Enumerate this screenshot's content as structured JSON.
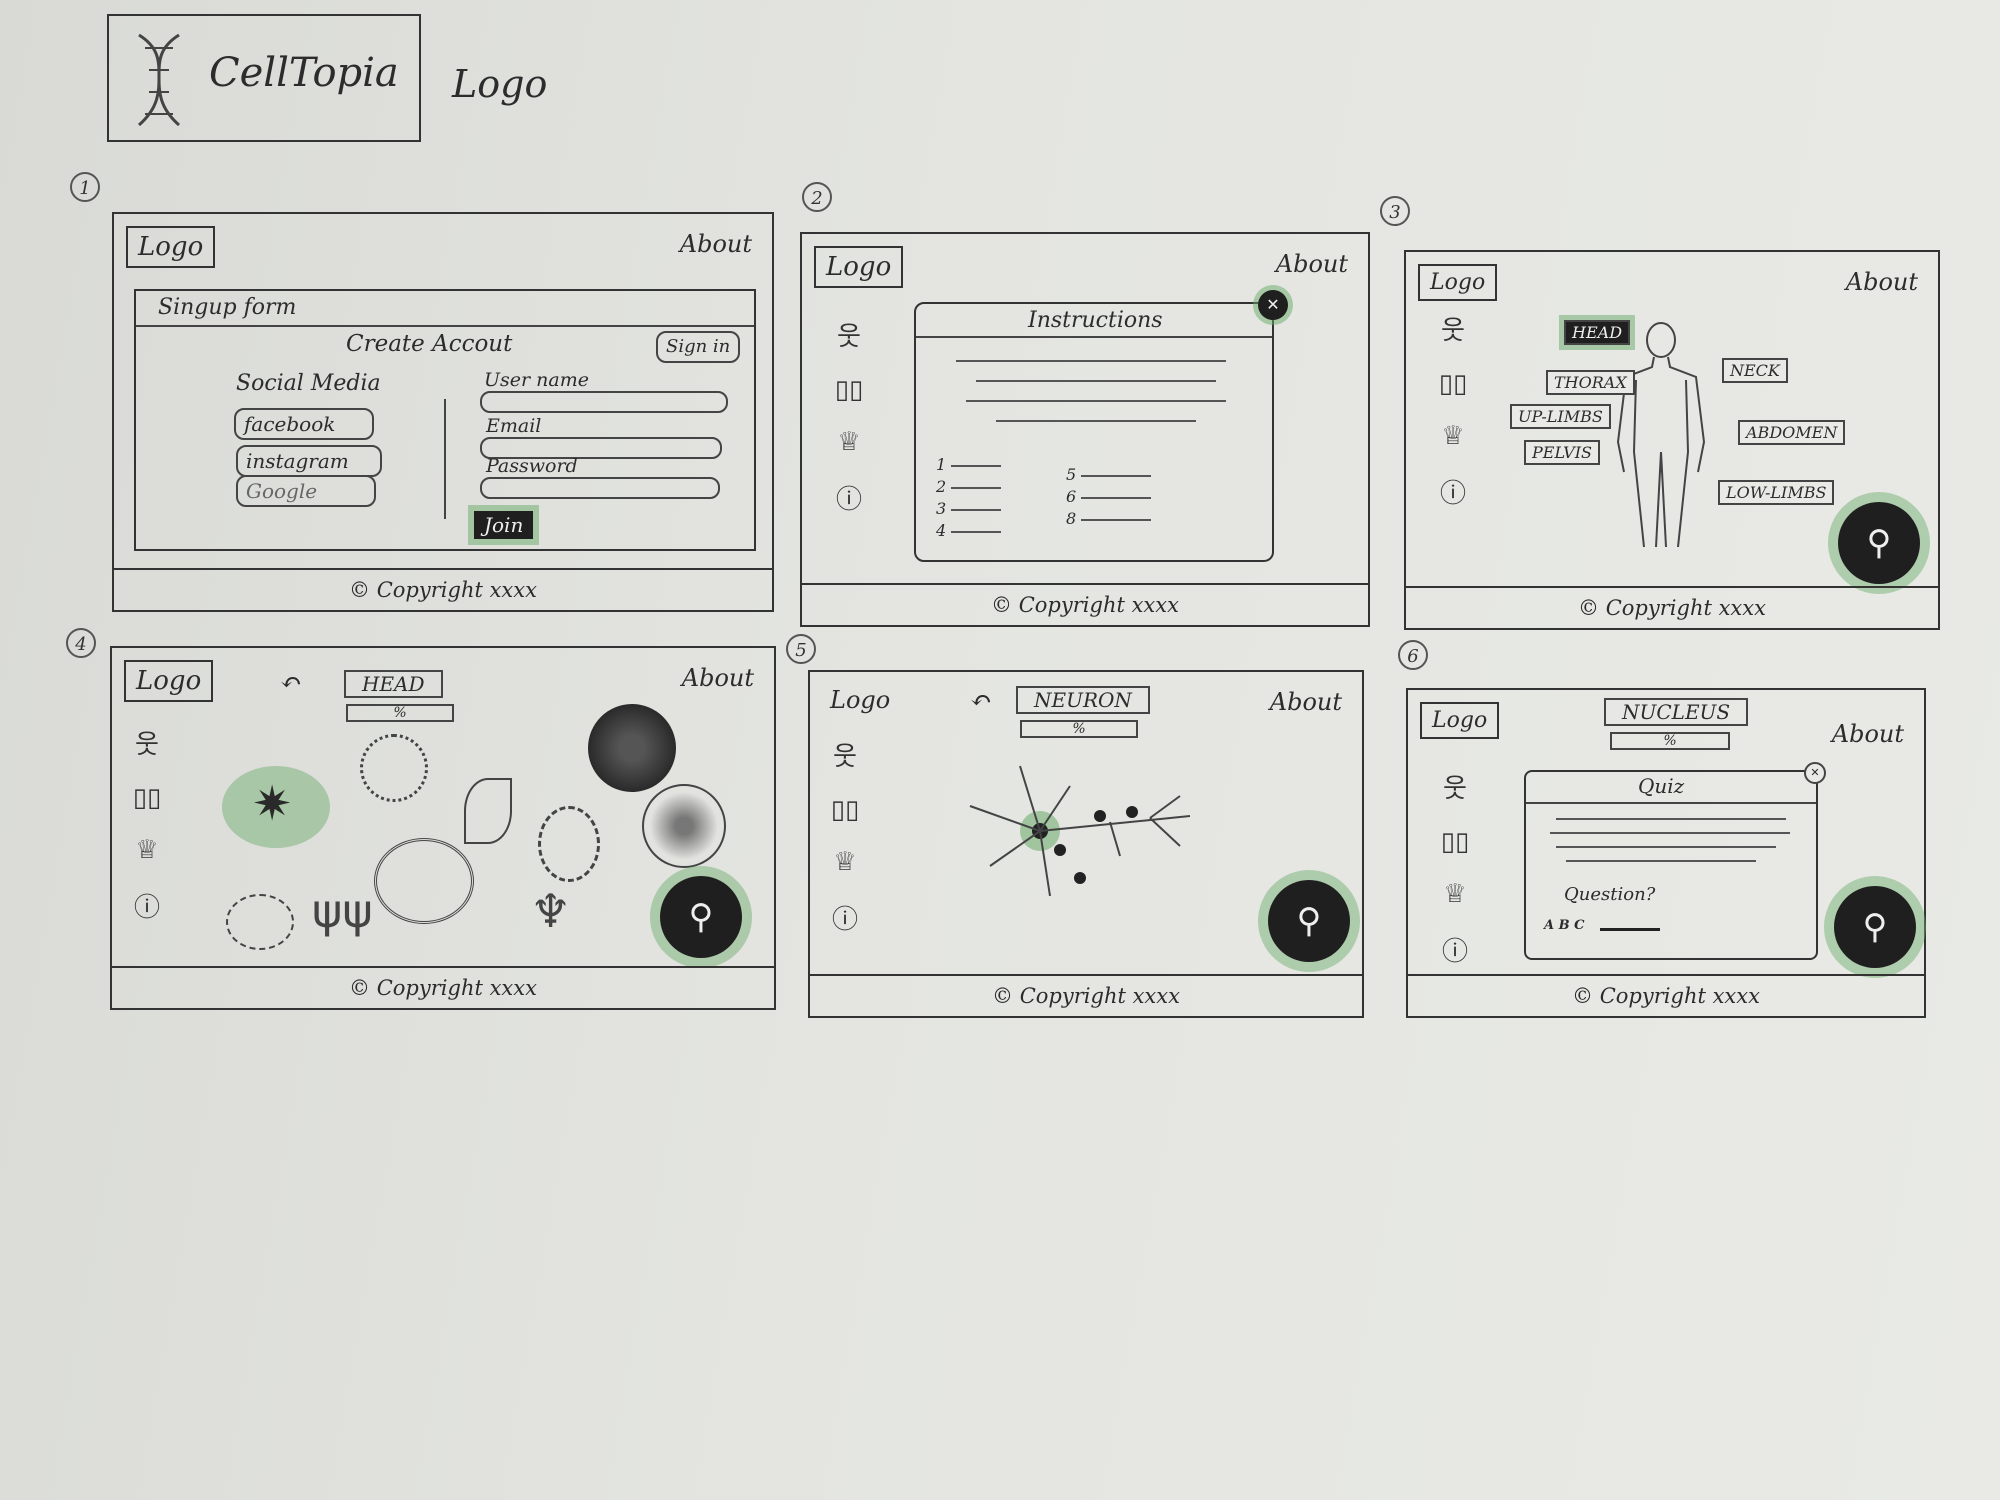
{
  "brand": {
    "name": "CellTopia",
    "logo_caption": "Logo"
  },
  "common": {
    "logo": "Logo",
    "about": "About",
    "copyright": "© Copyright xxxx"
  },
  "frames": [
    {
      "number": "1",
      "form_title": "Singup form",
      "create_account": "Create Accout",
      "sign_in": "Sign in",
      "social_title": "Social Media",
      "social": [
        "facebook",
        "instagram",
        "Google"
      ],
      "fields": [
        "User name",
        "Email",
        "Password"
      ],
      "join": "Join"
    },
    {
      "number": "2",
      "instructions_title": "Instructions",
      "list_left": [
        "1",
        "2",
        "3",
        "4"
      ],
      "list_right": [
        "5",
        "6",
        "8"
      ]
    },
    {
      "number": "3",
      "body_labels": [
        "HEAD",
        "THORAX",
        "UP-LIMBS",
        "PELVIS",
        "NECK",
        "ABDOMEN",
        "LOW-LIMBS"
      ]
    },
    {
      "number": "4",
      "breadcrumb": "HEAD",
      "progress": "%"
    },
    {
      "number": "5",
      "breadcrumb": "NEURON",
      "progress": "%"
    },
    {
      "number": "6",
      "breadcrumb": "NUCLEUS",
      "progress": "%",
      "quiz_title": "Quiz",
      "question": "Question?",
      "options": "A B C"
    }
  ],
  "icons": [
    "back-arrow-icon",
    "person-icon",
    "book-icon",
    "trophy-icon",
    "info-icon",
    "microscope-icon",
    "close-icon",
    "dna-icon"
  ],
  "colors": {
    "accent_green": "#68aa68",
    "ink": "#2c2c2c",
    "paper": "#e4e5e1"
  }
}
